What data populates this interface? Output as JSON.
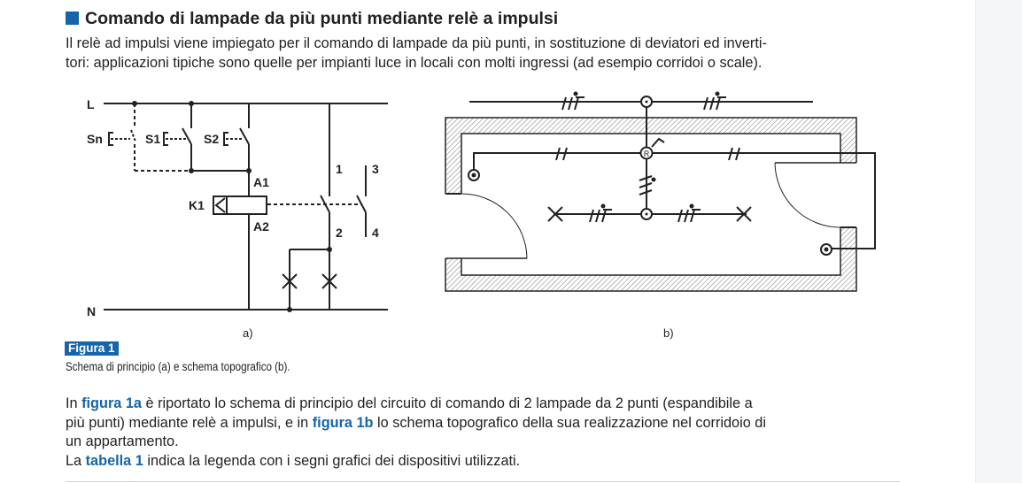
{
  "heading": "Comando di lampade da più punti mediante relè a impulsi",
  "intro": {
    "line1": "Il relè ad impulsi viene impiegato per il comando di lampade da più punti, in sostituzione di deviatori ed inverti-",
    "line2": "tori: applicazioni tipiche sono quelle per impianti luce in locali con molti ingressi (ad esempio corridoi o scale)."
  },
  "figure_a": {
    "labels": {
      "L": "L",
      "N": "N",
      "Sn": "Sn",
      "S1": "S1",
      "S2": "S2",
      "A1": "A1",
      "A2": "A2",
      "K1": "K1",
      "c1": "1",
      "c2": "2",
      "c3": "3",
      "c4": "4"
    },
    "sublabel": "a)"
  },
  "figure_b": {
    "relay_mark": "R",
    "sublabel": "b)"
  },
  "figure": {
    "badge": "Figura 1",
    "caption": "Schema di principio (a) e schema topografico (b)."
  },
  "body": {
    "p1_a": "In ",
    "p1_link1": "figura 1a",
    "p1_b": " è riportato lo schema di principio del circuito di comando di 2 lampade da 2 punti (espandibile a",
    "p2_a": "più punti) mediante relè a impulsi, e in ",
    "p2_link": "figura 1b",
    "p2_b": " lo schema topografico della sua realizzazione nel corridoio di",
    "p3": "un appartamento.",
    "p4_a": "La ",
    "p4_link": "tabella 1",
    "p4_b": " indica la legenda con i segni grafici dei dispositivi utilizzati."
  },
  "colors": {
    "accent": "#1565a8",
    "text": "#222222",
    "panel": "#f5f6f8"
  }
}
